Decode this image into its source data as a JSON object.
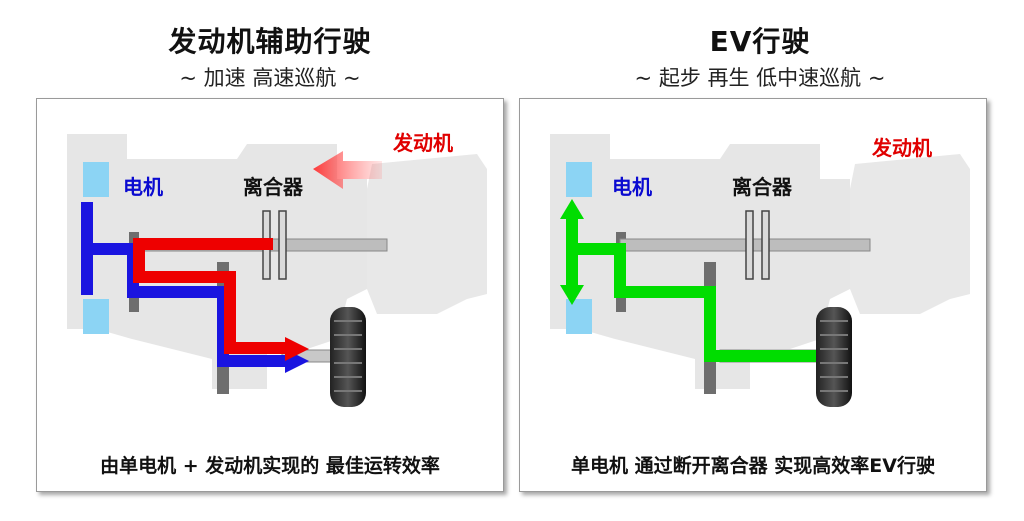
{
  "left": {
    "title": "发动机辅助行驶",
    "subtitle": "~ 加速 高速巡航 ~",
    "label_motor": "电机",
    "label_clutch": "离合器",
    "label_engine": "发动机",
    "caption": "由单电机 + 发动机实现的 最佳运转效率"
  },
  "right": {
    "title": "EV行驶",
    "subtitle": "~ 起步 再生 低中速巡航 ~",
    "label_motor": "电机",
    "label_clutch": "离合器",
    "label_engine": "发动机",
    "caption": "单电机 通过断开离合器 实现高效率EV行驶"
  },
  "colors": {
    "engine_flow": "#ee0000",
    "motor_flow": "#1a14e0",
    "ev_flow": "#00dd00",
    "motor_block": "#8cd4f4",
    "engine_label": "#e00000",
    "motor_label": "#0a0ad0",
    "housing": "#e6e6e6"
  }
}
